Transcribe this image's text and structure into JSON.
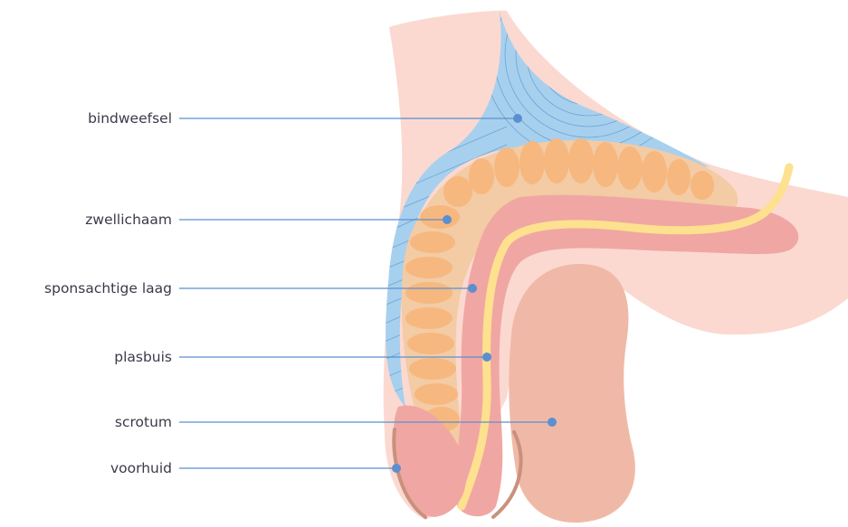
{
  "colors": {
    "skin": "#fbd9d0",
    "tissue_blue": "#a7d0ee",
    "tissue_lines": "#6fa2d3",
    "erectile_orange": "#f6b87f",
    "erectile_light": "#f3cba4",
    "spongy_pink": "#f0a7a3",
    "urethra_yellow": "#fde18f",
    "scrotum": "#f0b9a7",
    "foreskin_brown": "#c9917c",
    "leader_line": "#5b8fd0",
    "label_text": "#3a3a4a"
  },
  "labels": [
    {
      "id": "bindweefsel",
      "text": "bindweefsel"
    },
    {
      "id": "zwellichaam",
      "text": "zwellichaam"
    },
    {
      "id": "sponsachtige",
      "text": "sponsachtige laag"
    },
    {
      "id": "plasbuis",
      "text": "plasbuis"
    },
    {
      "id": "scrotum",
      "text": "scrotum"
    },
    {
      "id": "voorhuid",
      "text": "voorhuid"
    }
  ]
}
